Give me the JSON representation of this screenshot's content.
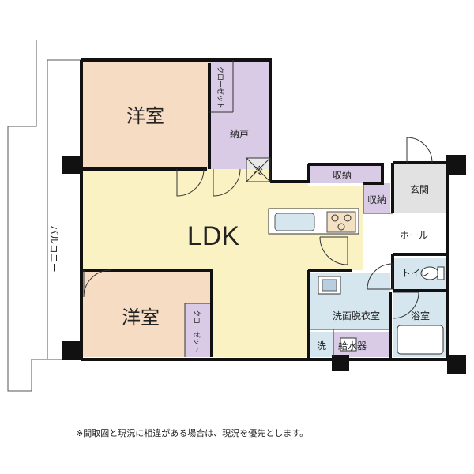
{
  "rooms": {
    "yoshitsu_top": "洋室",
    "closet_top": "クローゼット",
    "nando": "納戸",
    "rei": "冷",
    "shuno_upper": "収納",
    "shuno_side": "収納",
    "genkan": "玄関",
    "ldk": "LDK",
    "hall": "ホール",
    "toilet": "トイレ",
    "yoshitsu_bottom": "洋室",
    "closet_bottom": "クローゼット",
    "senmen": "洗面脱衣室",
    "yokushitsu": "浴室",
    "sen": "洗",
    "kyusuiki": "給水器",
    "balcony": "バルコニー"
  },
  "colors": {
    "bedroom": "#f7dcc4",
    "ldk": "#fbf2c4",
    "storage": "#d9cbe6",
    "wet": "#d6e6ef",
    "entry": "#e2e2e2",
    "wall": "#111111"
  },
  "note": "※間取図と現況に相違がある場合は、現況を優先とします。"
}
